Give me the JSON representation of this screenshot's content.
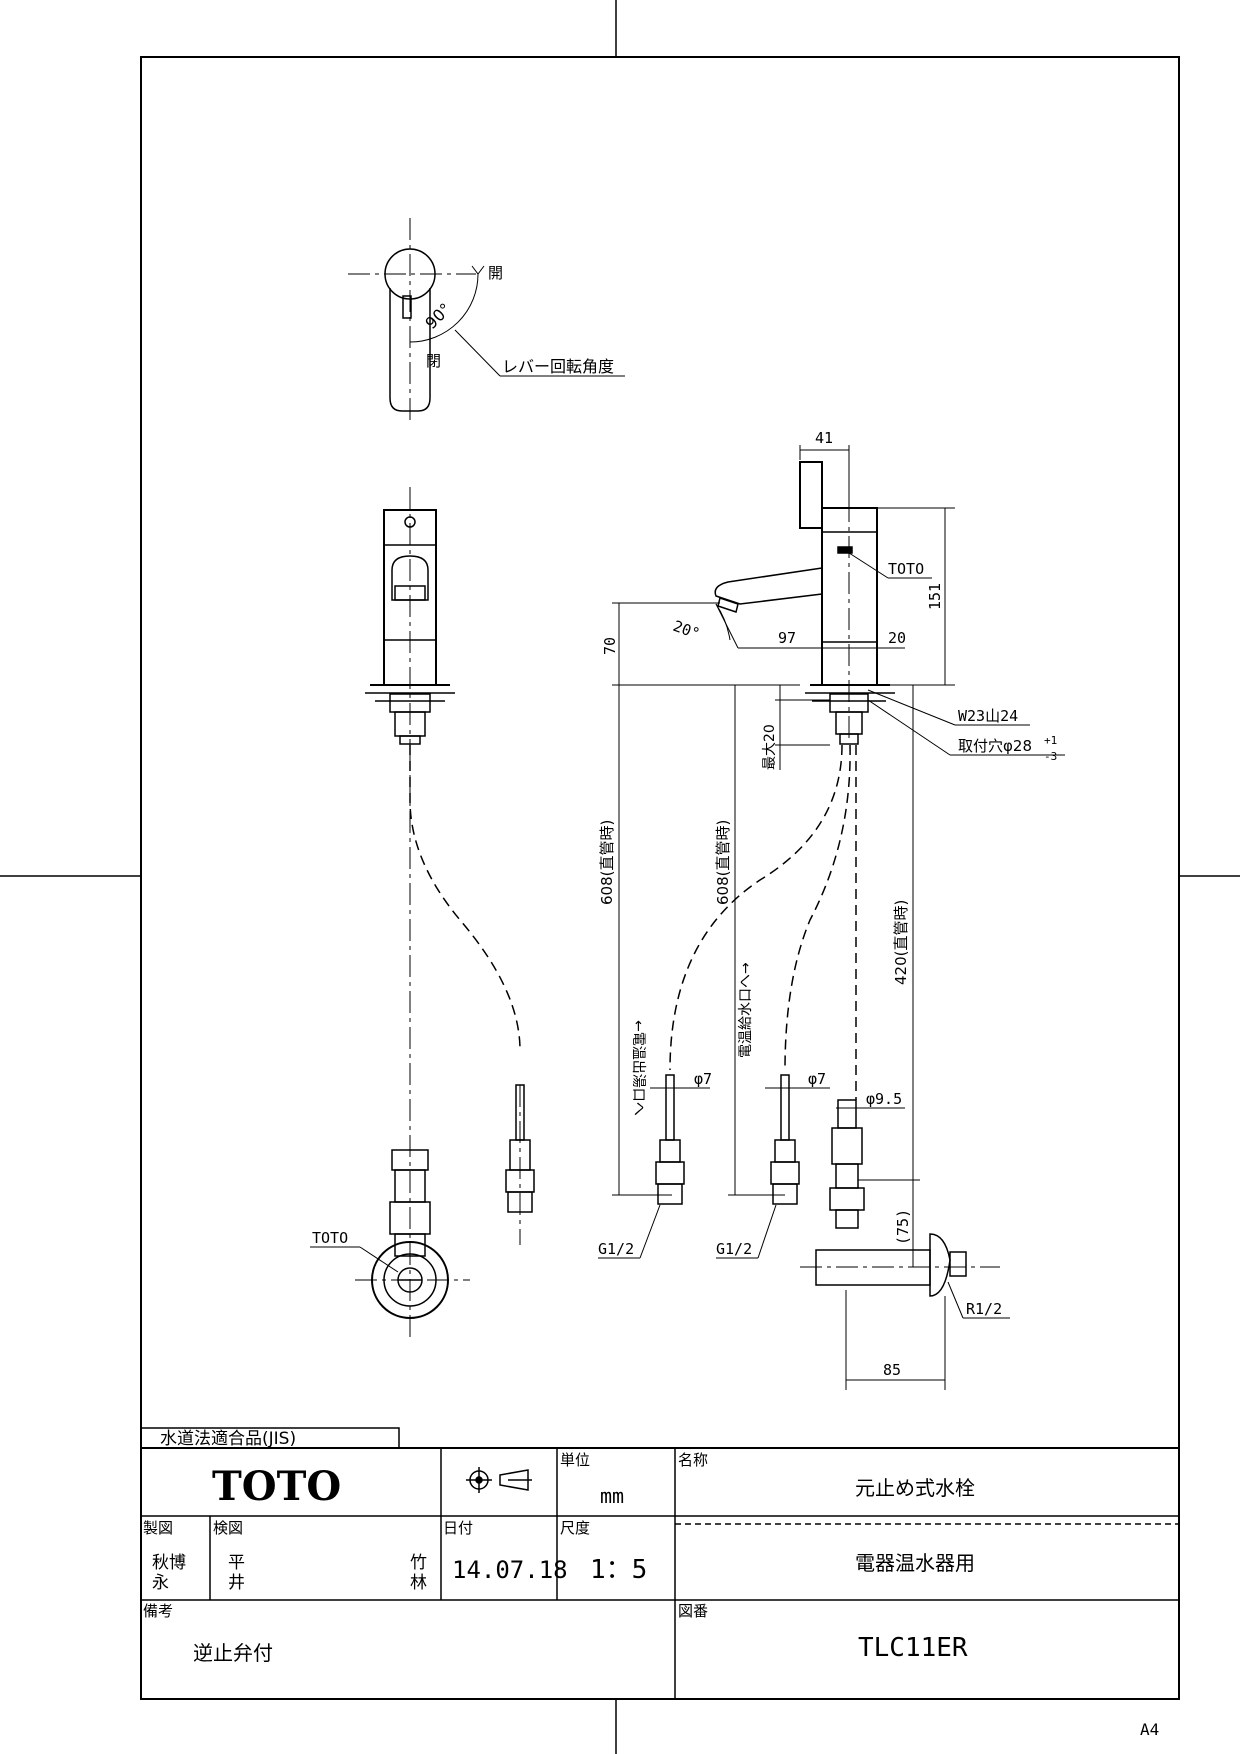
{
  "drawing": {
    "labels": {
      "open_top": "開",
      "closed": "閉",
      "angle_90": "90°",
      "lever_rotation": "レバー回転角度",
      "dim_41": "41",
      "dim_151": "151",
      "toto_mark": "TOTO",
      "angle_20": "20°",
      "dim_97": "97",
      "dim_20": "20",
      "dim_70": "70",
      "max_20": "最大20",
      "thread": "W23山24",
      "mount_hole": "取付穴φ28",
      "tol_plus": "+1",
      "tol_minus": "-3",
      "dim_608_a": "608(直管時)",
      "dim_608_b": "608(直管時)",
      "dim_420": "420(直管時)",
      "hot_outlet": "←電温出湯口へ",
      "water_supply": "電温給水口へ→",
      "phi7_a": "φ7",
      "phi7_b": "φ7",
      "phi95": "φ9.5",
      "g12_a": "G1/2",
      "g12_b": "G1/2",
      "dim_75": "(75)",
      "r12": "R1/2",
      "dim_85": "85",
      "toto_front": "TOTO"
    }
  },
  "title_block": {
    "compliance": "水道法適合品(JIS)",
    "brand": "TOTO",
    "unit_label": "単位",
    "unit_value": "mm",
    "name_label": "名称",
    "product_name": "元止め式水栓",
    "drawn_label": "製図",
    "drawn_by_1": "秋博",
    "drawn_by_2": "永",
    "checked_label": "検図",
    "checked_by_1": "平",
    "checked_by_2": "井",
    "approved_1": "竹",
    "approved_2": "林",
    "date_label": "日付",
    "date_value": "14.07.18",
    "scale_label": "尺度",
    "scale_value": "1：5",
    "application": "電器温水器用",
    "remarks_label": "備考",
    "remarks_value": "逆止弁付",
    "drawing_no_label": "図番",
    "drawing_no_value": "TLC11ER",
    "paper_size": "A4"
  }
}
